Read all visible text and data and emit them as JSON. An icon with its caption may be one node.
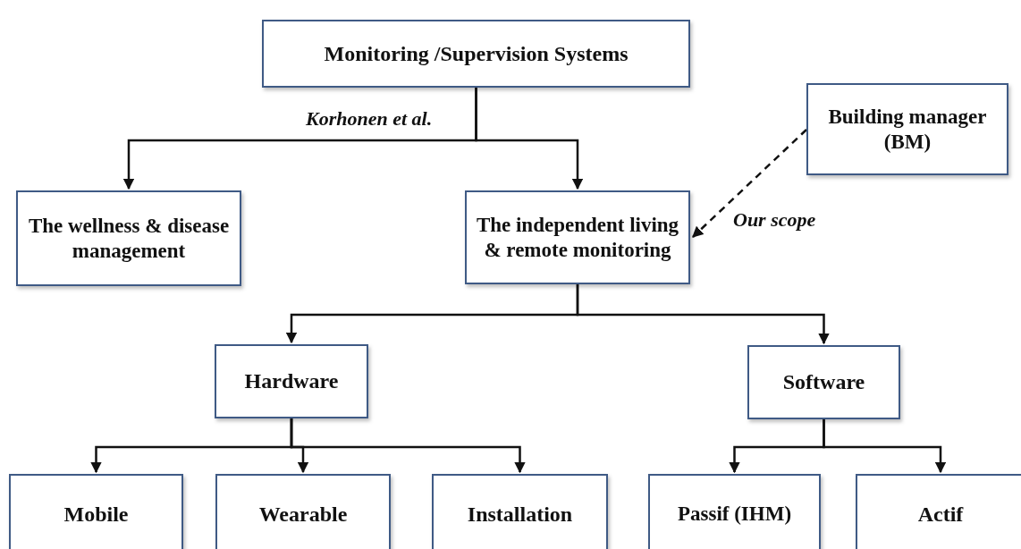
{
  "diagram": {
    "nodes": [
      {
        "text": [
          "Monitoring /Supervision Systems"
        ]
      },
      {
        "text": [
          "The wellness & disease management"
        ]
      },
      {
        "text": [
          "The independent living & remote monitoring"
        ]
      },
      {
        "text": [
          "Building manager (BM)"
        ]
      },
      {
        "text": [
          "Hardware"
        ]
      },
      {
        "text": [
          "Software"
        ]
      },
      {
        "text": [
          "Mobile"
        ]
      },
      {
        "text": [
          "Wearable"
        ]
      },
      {
        "text": [
          "Installation"
        ]
      },
      {
        "text": [
          "Passif (IHM)"
        ]
      },
      {
        "text": [
          "Actif"
        ]
      }
    ],
    "edges": [
      {
        "from": 0,
        "to": 1,
        "arrow": "to",
        "label": "Korhonen et al."
      },
      {
        "from": 0,
        "to": 2,
        "arrow": "to"
      },
      {
        "from": 3,
        "to": 2,
        "arrow": "to",
        "style": "dashed",
        "label": "Our scope"
      },
      {
        "from": 2,
        "to": 4,
        "arrow": "to"
      },
      {
        "from": 2,
        "to": 5,
        "arrow": "to"
      },
      {
        "from": 4,
        "to": 6,
        "arrow": "to"
      },
      {
        "from": 4,
        "to": 7,
        "arrow": "to"
      },
      {
        "from": 4,
        "to": 8,
        "arrow": "to"
      },
      {
        "from": 5,
        "to": 9,
        "arrow": "to"
      },
      {
        "from": 5,
        "to": 10,
        "arrow": "to"
      }
    ]
  }
}
